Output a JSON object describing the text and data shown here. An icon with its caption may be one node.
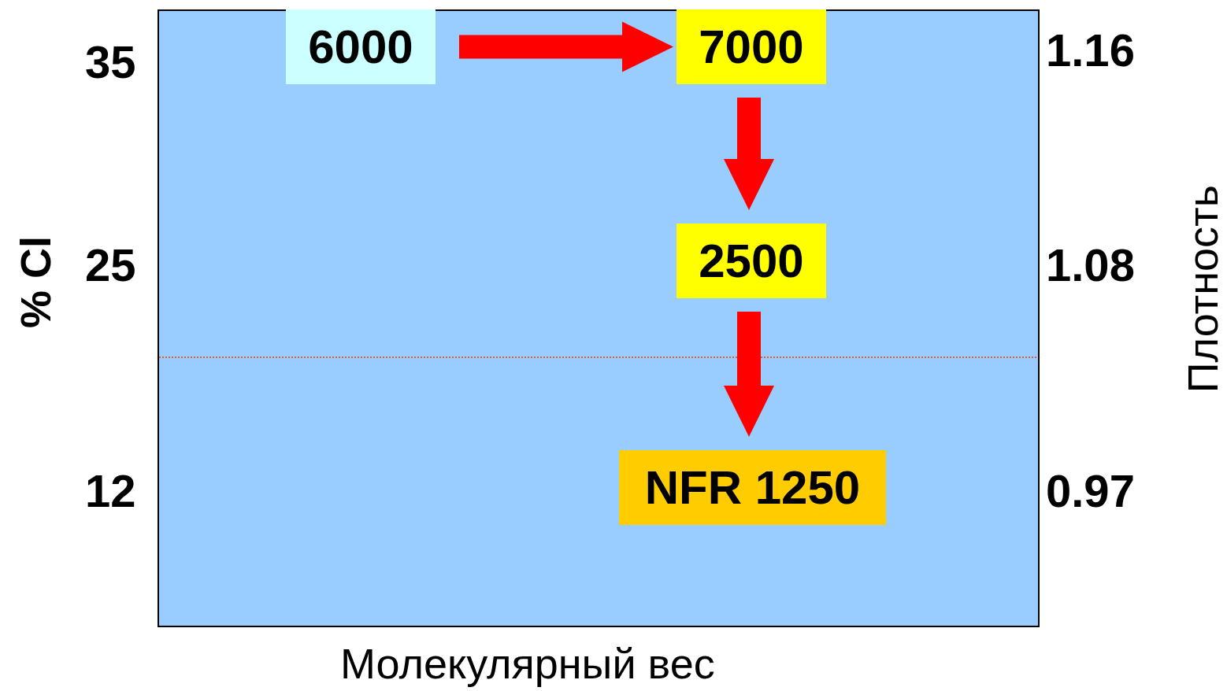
{
  "diagram": {
    "nodes": [
      {
        "text": [
          "6000"
        ]
      },
      {
        "text": [
          "7000"
        ]
      },
      {
        "text": [
          "2500"
        ]
      },
      {
        "text": [
          "NFR 1250"
        ]
      }
    ],
    "edges": [
      {
        "from": 0,
        "to": 1,
        "arrow": "to",
        "style": "thick",
        "color": "#ff0000"
      },
      {
        "from": 1,
        "to": 2,
        "arrow": "to",
        "style": "thick",
        "color": "#ff0000"
      },
      {
        "from": 2,
        "to": 3,
        "arrow": "to",
        "style": "thick",
        "color": "#ff0000"
      }
    ],
    "labels": [
      "35",
      "25",
      "12",
      "1.16",
      "1.08",
      "0.97",
      "% Cl",
      "Плотность",
      "Молекулярный вес"
    ]
  }
}
